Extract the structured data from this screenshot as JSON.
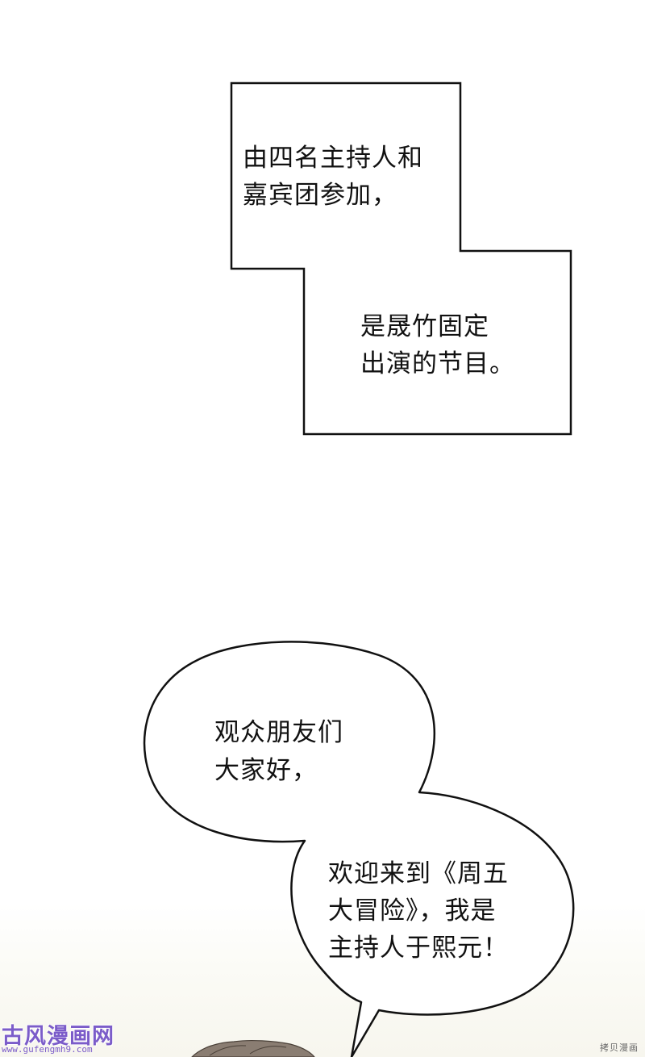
{
  "caption_box": {
    "line1": "由四名主持人和",
    "line2": "嘉宾团参加，",
    "line3": "是晟竹固定",
    "line4": "出演的节目。"
  },
  "speech_bubble": {
    "line1": "观众朋友们",
    "line2": "大家好，",
    "line3": "欢迎来到《周五",
    "line4": "大冒险》，我是",
    "line5": "主持人于熙元！"
  },
  "watermark": {
    "logo_text": "古风漫画网",
    "url": "www.gufengmh9.com",
    "right_text": "拷贝漫画"
  },
  "colors": {
    "ink": "#111111",
    "background": "#ffffff",
    "watermark": "#7b5cc9"
  }
}
